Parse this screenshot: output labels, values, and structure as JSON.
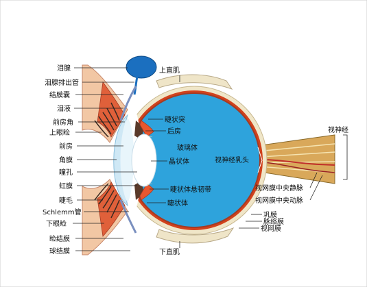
{
  "labels": {
    "lacrimal_gland": "泪腺",
    "lacrimal_duct": "泪腺排出管",
    "conjunctival_sac": "结膜囊",
    "tears": "泪液",
    "anterior_chamber_angle": "前房角",
    "upper_eyelid": "上眼睑",
    "anterior_chamber": "前房",
    "cornea": "角膜",
    "pupil": "瞳孔",
    "iris": "虹膜",
    "eyelash": "睫毛",
    "schlemm_canal": "Schlemm管",
    "lower_eyelid": "下眼睑",
    "palpebral_conjunctiva": "睑结膜",
    "bulbar_conjunctiva": "球结膜",
    "superior_rectus": "上直肌",
    "ciliary_process": "睫状突",
    "posterior_chamber": "后房",
    "vitreous_body": "玻璃体",
    "lens": "晶状体",
    "zonule": "睫状体悬韧带",
    "ciliary_body": "睫状体",
    "optic_disc": "视神经乳头",
    "optic_nerve": "视神经",
    "central_retinal_vein": "视网膜中央静脉",
    "central_retinal_artery": "视网膜中央动脉",
    "sclera": "巩膜",
    "choroid": "脉络膜",
    "retina": "视网膜",
    "inferior_rectus": "下直肌"
  },
  "colors": {
    "vitreous": "#2ea3dc",
    "sclera": "#f0e6c8",
    "choroid": "#d2421c",
    "lacrimal_gland": "#1b6fbf",
    "eyelid_skin": "#f2c7a4",
    "eyelid_muscle": "#e0603a",
    "nerve": "#d9a85a",
    "cornea": "#cfe8f5"
  }
}
